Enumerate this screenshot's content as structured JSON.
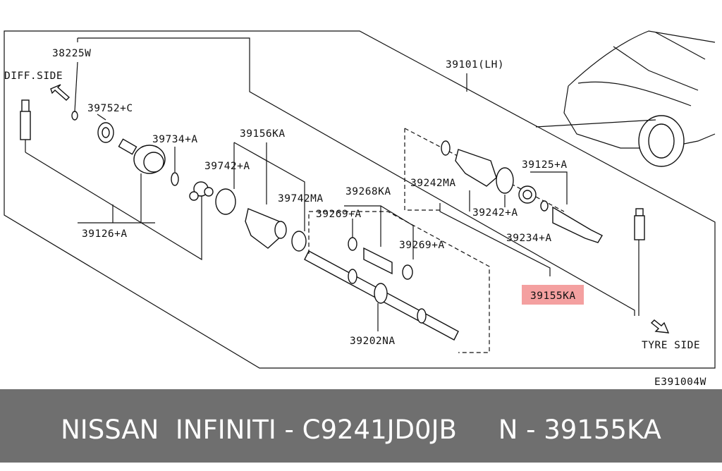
{
  "diagram": {
    "labels": {
      "l38225W": "38225W",
      "diffSide": "DIFF.SIDE",
      "l39752C": "39752+C",
      "l39734A": "39734+A",
      "l39156KA": "39156KA",
      "l39742A": "39742+A",
      "l39742MA": "39742MA",
      "l39126A": "39126+A",
      "l39268KA": "39268KA",
      "l39269A_1": "39269+A",
      "l39269A_2": "39269+A",
      "l39101LH": "39101(LH)",
      "l39242MA": "39242MA",
      "l39242A": "39242+A",
      "l39125A": "39125+A",
      "l39234A": "39234+A",
      "l39155KA": "39155KA",
      "l39202NA": "39202NA",
      "tyreSide": "TYRE SIDE",
      "figCode": "E391004W"
    },
    "highlight_color": "#f4a0a0"
  },
  "footer": {
    "text": "NISSAN  INFINITI - C9241JD0JB     N - 39155KA",
    "background": "#6f6f6f"
  }
}
